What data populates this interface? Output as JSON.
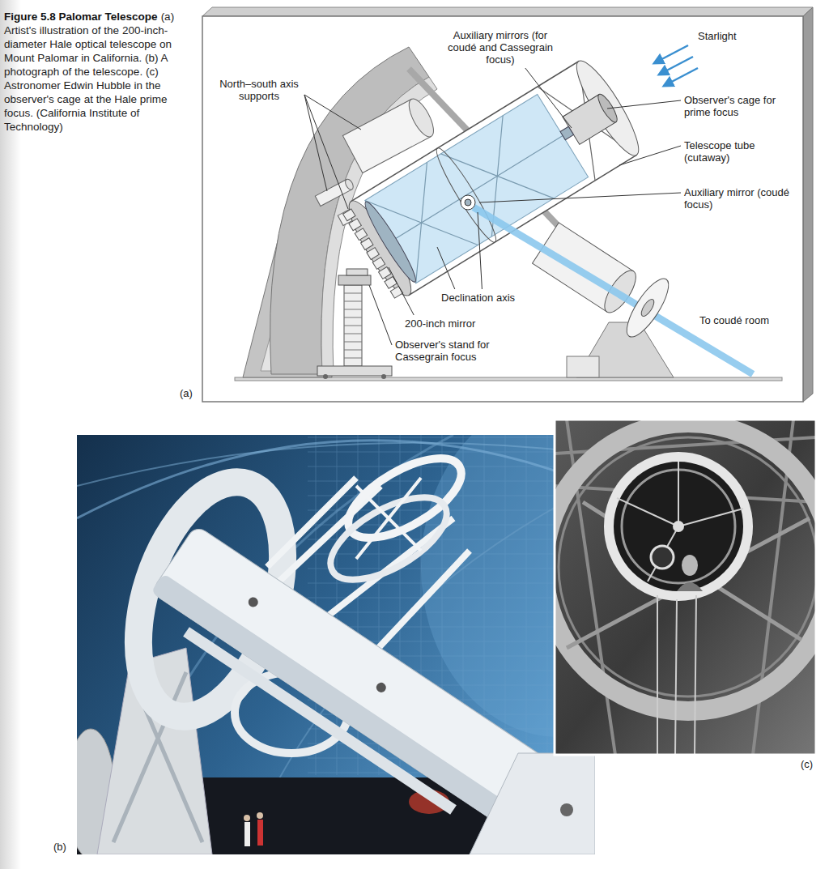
{
  "diagram": {
    "title": "Figure 5.8 Palomar Telescope",
    "caption": "(a) Artist's illustration of the 200-inch-diameter Hale optical telescope on Mount Palomar in California. (b) A photograph of the telescope. (c) Astronomer Edwin Hubble in the observer's cage at the Hale prime focus. (California Institute of Technology)",
    "labels": [
      "Starlight",
      "Auxiliary mirrors (for coudé and Cassegrain focus)",
      "North–south axis supports",
      "Observer's cage for prime focus",
      "Telescope tube (cutaway)",
      "Auxiliary mirror (coudé focus)",
      "Declination axis",
      "200-inch mirror",
      "Observer's stand for Cassegrain focus",
      "To coudé room",
      "(a)",
      "(b)",
      "(c)"
    ]
  }
}
